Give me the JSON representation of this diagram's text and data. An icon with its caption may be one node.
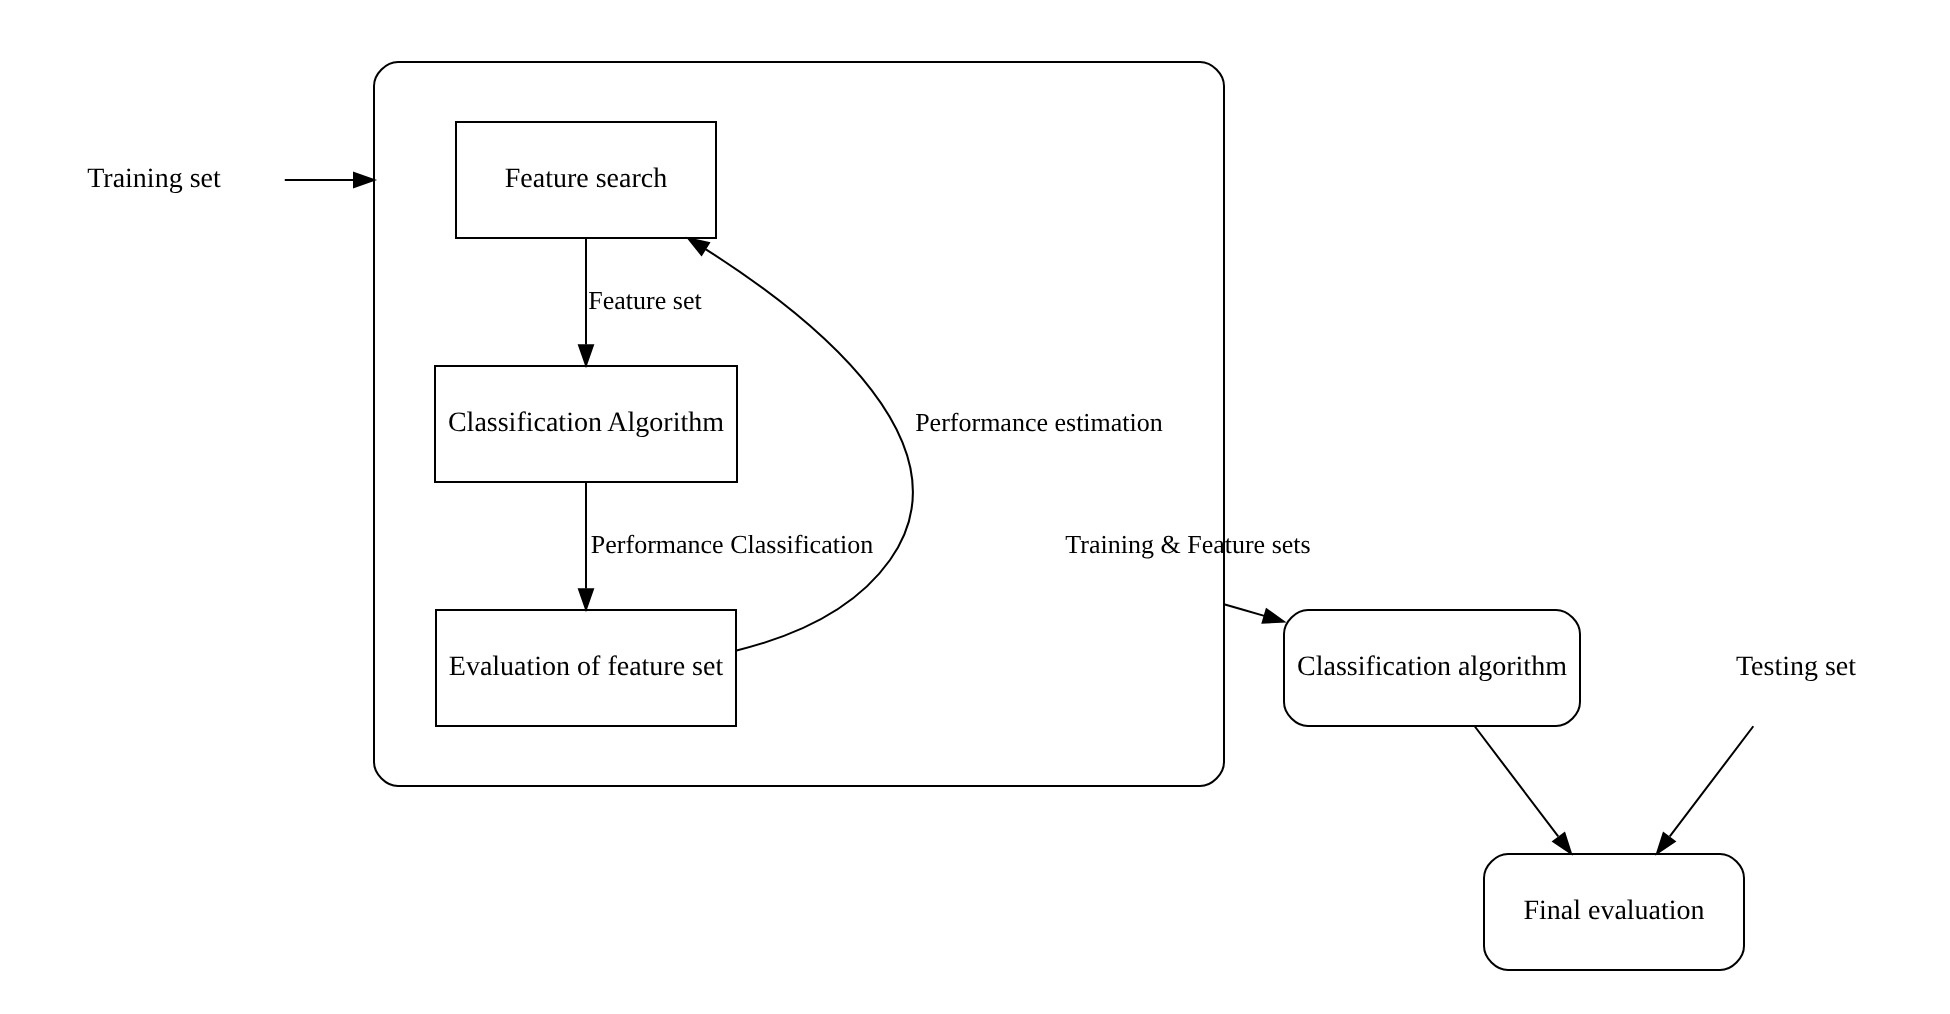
{
  "diagram": {
    "nodes": [
      {
        "text": [
          "Training set"
        ]
      },
      {
        "text": [],
        "shape": "box"
      },
      {
        "text": [
          "Feature search"
        ],
        "in": 1
      },
      {
        "text": [
          "Classification Algorithm"
        ],
        "in": 1
      },
      {
        "text": [
          "Evaluation of feature set"
        ],
        "in": 1
      },
      {
        "text": [
          "Classification algorithm"
        ]
      },
      {
        "text": [
          "Final evaluation"
        ]
      },
      {
        "text": [
          "Testing set"
        ]
      }
    ],
    "edges": [
      {
        "from": 0,
        "to": 1,
        "arrow": "to"
      },
      {
        "from": 2,
        "to": 3,
        "label": "Feature set",
        "arrow": "to"
      },
      {
        "from": 3,
        "to": 4,
        "label": "Performance Classification",
        "arrow": "to"
      },
      {
        "from": 4,
        "to": 2,
        "label": "Performance estimation",
        "arrow": "to"
      },
      {
        "from": 1,
        "to": 5,
        "label": "Training & Feature sets",
        "arrow": "to"
      },
      {
        "from": 5,
        "to": 6,
        "arrow": "to"
      },
      {
        "from": 7,
        "to": 6,
        "arrow": "to"
      }
    ]
  }
}
